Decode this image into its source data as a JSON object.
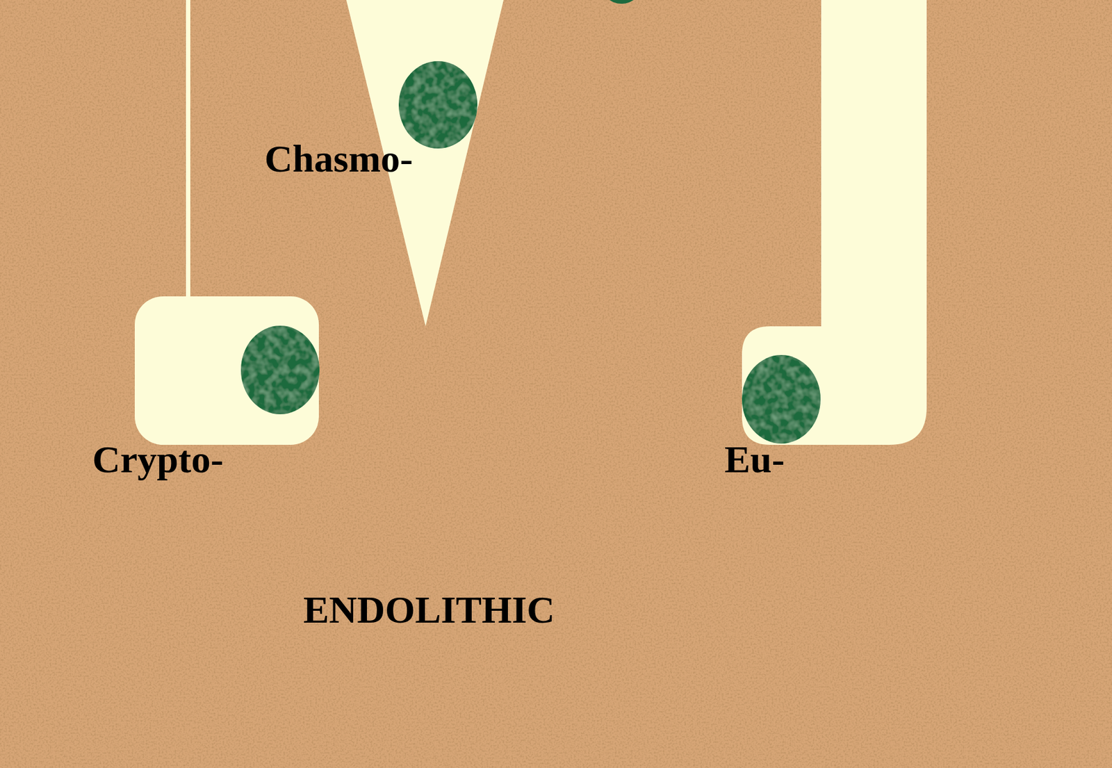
{
  "diagram": {
    "labels": [
      "Chasmo-",
      "Crypto-",
      "Eu-",
      "ENDOLITHIC"
    ]
  }
}
